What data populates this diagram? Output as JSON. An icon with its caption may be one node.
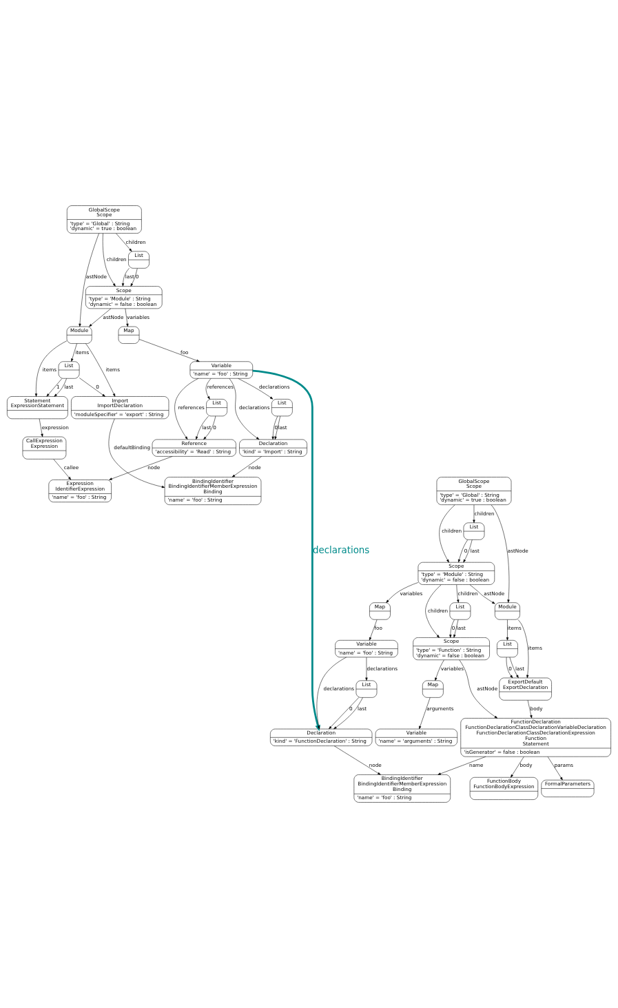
{
  "diagram": {
    "nodes": [
      {
        "text": [
          "GlobalScope Scope",
          "'type' = 'Global' : String",
          "'dynamic' = true : boolean"
        ]
      },
      {
        "text": [
          "List"
        ]
      },
      {
        "text": [
          "Scope",
          "'type' = 'Module' : String",
          "'dynamic' = false : boolean"
        ]
      },
      {
        "text": [
          "Module"
        ]
      },
      {
        "text": [
          "Map"
        ]
      },
      {
        "text": [
          "List"
        ]
      },
      {
        "text": [
          "Statement ExpressionStatement"
        ]
      },
      {
        "text": [
          "Import ImportDeclaration",
          "'moduleSpecifier' = 'export' : String"
        ]
      },
      {
        "text": [
          "CallExpression Expression"
        ]
      },
      {
        "text": [
          "Expression IdentifierExpression",
          "'name' = 'foo' : String"
        ]
      },
      {
        "text": [
          "Variable",
          "'name' = 'foo' : String"
        ]
      },
      {
        "text": [
          "List"
        ]
      },
      {
        "text": [
          "List"
        ]
      },
      {
        "text": [
          "Reference",
          "'accessibility' = 'Read' : String"
        ]
      },
      {
        "text": [
          "Declaration",
          "'kind' = 'Import' : String"
        ]
      },
      {
        "text": [
          "BindingIdentifier BindingIdentifierMemberExpression Binding",
          "'name' = 'foo' : String"
        ]
      },
      {
        "text": [
          "GlobalScope Scope",
          "'type' = 'Global' : String",
          "'dynamic' = true : boolean"
        ]
      },
      {
        "text": [
          "List"
        ]
      },
      {
        "text": [
          "Scope",
          "'type' = 'Module' : String",
          "'dynamic' = false : boolean"
        ]
      },
      {
        "text": [
          "Module"
        ]
      },
      {
        "text": [
          "List"
        ]
      },
      {
        "text": [
          "Map"
        ]
      },
      {
        "text": [
          "Scope",
          "'type' = 'Function' : String",
          "'dynamic' = false : boolean"
        ]
      },
      {
        "text": [
          "List"
        ]
      },
      {
        "text": [
          "ExportDefault ExportDeclaration"
        ]
      },
      {
        "text": [
          "Variable",
          "'name' = 'foo' : String"
        ]
      },
      {
        "text": [
          "Map"
        ]
      },
      {
        "text": [
          "FunctionDeclaration FunctionDeclarationClassDeclarationVariableDeclaration FunctionDeclarationClassDeclarationExpression Function Statement",
          "'isGenerator' = false : boolean"
        ]
      },
      {
        "text": [
          "List"
        ]
      },
      {
        "text": [
          "Declaration",
          "'kind' = 'FunctionDeclaration' : String"
        ]
      },
      {
        "text": [
          "Variable",
          "'name' = 'arguments' : String"
        ]
      },
      {
        "text": [
          "BindingIdentifier BindingIdentifierMemberExpression Binding",
          "'name' = 'foo' : String"
        ]
      },
      {
        "text": [
          "FunctionBody FunctionBodyExpression"
        ]
      },
      {
        "text": [
          "FormalParameters"
        ]
      }
    ],
    "edges": [
      {
        "from": 0,
        "to": 1,
        "arrow": "to",
        "label": "children"
      },
      {
        "from": 0,
        "to": 2,
        "arrow": "to",
        "label": "children"
      },
      {
        "from": 0,
        "to": 3,
        "arrow": "to",
        "label": "astNode"
      },
      {
        "from": 1,
        "to": 2,
        "arrow": "to",
        "label": "last"
      },
      {
        "from": 1,
        "to": 2,
        "arrow": "to",
        "label": "0"
      },
      {
        "from": 2,
        "to": 3,
        "arrow": "to",
        "label": "astNode"
      },
      {
        "from": 2,
        "to": 4,
        "arrow": "to",
        "label": "variables"
      },
      {
        "from": 3,
        "to": 5,
        "arrow": "to",
        "label": "items"
      },
      {
        "from": 3,
        "to": 6,
        "arrow": "to",
        "label": "items"
      },
      {
        "from": 3,
        "to": 7,
        "arrow": "to",
        "label": "items"
      },
      {
        "from": 5,
        "to": 6,
        "arrow": "to",
        "label": "1"
      },
      {
        "from": 5,
        "to": 6,
        "arrow": "to",
        "label": "last"
      },
      {
        "from": 5,
        "to": 7,
        "arrow": "to",
        "label": "0"
      },
      {
        "from": 6,
        "to": 8,
        "arrow": "to",
        "label": "expression"
      },
      {
        "from": 8,
        "to": 9,
        "arrow": "to",
        "label": "callee"
      },
      {
        "from": 7,
        "to": 15,
        "arrow": "to",
        "label": "defaultBinding"
      },
      {
        "from": 4,
        "to": 10,
        "arrow": "to",
        "label": "foo"
      },
      {
        "from": 10,
        "to": 13,
        "arrow": "to",
        "label": "references"
      },
      {
        "from": 10,
        "to": 11,
        "arrow": "to",
        "label": "references"
      },
      {
        "from": 10,
        "to": 12,
        "arrow": "to",
        "label": "declarations"
      },
      {
        "from": 10,
        "to": 14,
        "arrow": "to",
        "label": "declarations"
      },
      {
        "from": 11,
        "to": 13,
        "arrow": "to",
        "label": "last"
      },
      {
        "from": 11,
        "to": 13,
        "arrow": "to",
        "label": "0"
      },
      {
        "from": 12,
        "to": 14,
        "arrow": "to",
        "label": "0"
      },
      {
        "from": 12,
        "to": 14,
        "arrow": "to",
        "label": "last"
      },
      {
        "from": 13,
        "to": 9,
        "arrow": "to",
        "label": "node"
      },
      {
        "from": 14,
        "to": 15,
        "arrow": "to",
        "label": "node"
      },
      {
        "from": 16,
        "to": 17,
        "arrow": "to",
        "label": "children"
      },
      {
        "from": 16,
        "to": 18,
        "arrow": "to",
        "label": "children"
      },
      {
        "from": 16,
        "to": 19,
        "arrow": "to",
        "label": "astNode"
      },
      {
        "from": 17,
        "to": 18,
        "arrow": "to",
        "label": "0"
      },
      {
        "from": 17,
        "to": 18,
        "arrow": "to",
        "label": "last"
      },
      {
        "from": 18,
        "to": 20,
        "arrow": "to",
        "label": "children"
      },
      {
        "from": 18,
        "to": 22,
        "arrow": "to",
        "label": "children"
      },
      {
        "from": 18,
        "to": 21,
        "arrow": "to",
        "label": "variables"
      },
      {
        "from": 18,
        "to": 19,
        "arrow": "to",
        "label": "astNode"
      },
      {
        "from": 20,
        "to": 22,
        "arrow": "to",
        "label": "last"
      },
      {
        "from": 20,
        "to": 22,
        "arrow": "to",
        "label": "0"
      },
      {
        "from": 19,
        "to": 23,
        "arrow": "to",
        "label": "items"
      },
      {
        "from": 19,
        "to": 24,
        "arrow": "to",
        "label": "items"
      },
      {
        "from": 23,
        "to": 24,
        "arrow": "to",
        "label": "last"
      },
      {
        "from": 23,
        "to": 24,
        "arrow": "to",
        "label": "0"
      },
      {
        "from": 21,
        "to": 25,
        "arrow": "to",
        "label": "foo"
      },
      {
        "from": 22,
        "to": 26,
        "arrow": "to",
        "label": "variables"
      },
      {
        "from": 22,
        "to": 27,
        "arrow": "to",
        "label": "astNode"
      },
      {
        "from": 24,
        "to": 27,
        "arrow": "to",
        "label": "body"
      },
      {
        "from": 25,
        "to": 28,
        "arrow": "to",
        "label": "declarations"
      },
      {
        "from": 25,
        "to": 29,
        "arrow": "to",
        "label": "declarations"
      },
      {
        "from": 28,
        "to": 29,
        "arrow": "to",
        "label": "0"
      },
      {
        "from": 28,
        "to": 29,
        "arrow": "to",
        "label": "last"
      },
      {
        "from": 26,
        "to": 30,
        "arrow": "to",
        "label": "arguments"
      },
      {
        "from": 29,
        "to": 31,
        "arrow": "to",
        "label": "node"
      },
      {
        "from": 27,
        "to": 31,
        "arrow": "to",
        "label": "name"
      },
      {
        "from": 27,
        "to": 32,
        "arrow": "to",
        "label": "body"
      },
      {
        "from": 27,
        "to": 33,
        "arrow": "to",
        "label": "params"
      },
      {
        "from": 10,
        "to": 29,
        "arrow": "to",
        "label": "declarations",
        "style": "thick",
        "color": "#008b8b"
      }
    ]
  }
}
